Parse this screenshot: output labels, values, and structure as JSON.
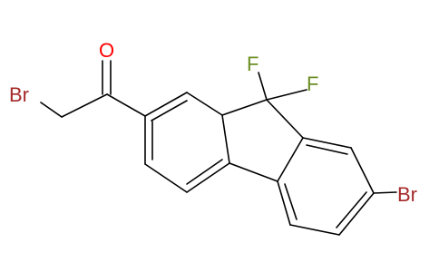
{
  "molecule": {
    "atoms": [
      {
        "symbol": "Br",
        "color": "#a52a2a"
      },
      {
        "symbol": "O",
        "color": "#ff0000"
      },
      {
        "symbol": "F",
        "color": "#6b8e23"
      },
      {
        "symbol": "F",
        "color": "#6b8e23"
      },
      {
        "symbol": "Br",
        "color": "#a52a2a"
      }
    ],
    "bond_color": "#000000"
  }
}
